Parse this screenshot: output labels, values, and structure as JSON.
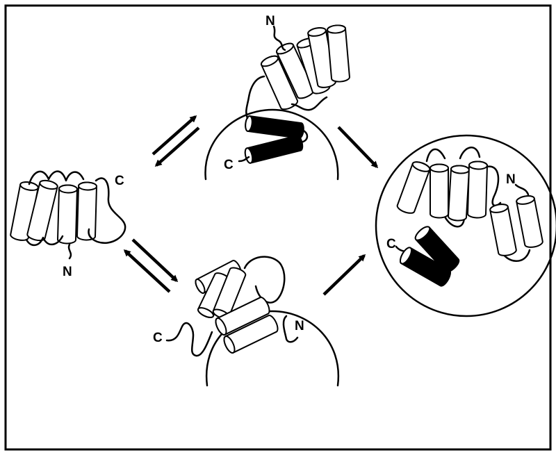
{
  "labels": {
    "top_N": "N",
    "top_C": "C",
    "left_C": "C",
    "left_N": "N",
    "bottom_C": "C",
    "bottom_N": "N",
    "right_N": "N",
    "right_C": "C"
  },
  "colors": {
    "stroke": "#000000",
    "background": "#ffffff",
    "membrane_helix_fill": "#000000",
    "helix_fill": "#ffffff"
  }
}
